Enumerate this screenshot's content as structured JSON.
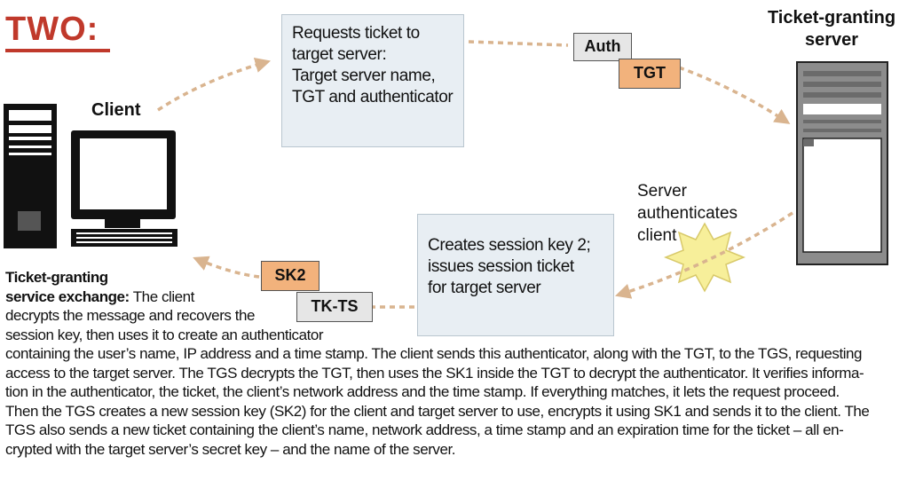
{
  "title": "TWO:",
  "client_label": "Client",
  "server_label_line1": "Ticket-granting",
  "server_label_line2": "server",
  "request_box": {
    "lines": [
      "Requests ticket to",
      "target server:",
      "Target server name,",
      "TGT and authenticator"
    ]
  },
  "response_box": {
    "lines": [
      "Creates session key 2;",
      "issues session ticket",
      "for target server"
    ]
  },
  "tags": {
    "auth": "Auth",
    "tgt": "TGT",
    "sk2": "SK2",
    "tkts": "TK-TS"
  },
  "server_auth_lines": [
    "Server",
    "authenticates",
    "client"
  ],
  "description": {
    "heading_line1": "Ticket-granting",
    "heading_line2": "service exchange:",
    "lines": [
      "The client",
      "decrypts the message and recovers the",
      "session key, then uses it to create an authenticator",
      "containing the user’s name, IP address and a time stamp. The client sends this authenticator, along with the TGT, to the TGS, requesting",
      "access to the target server. The TGS decrypts the TGT, then uses the SK1 inside the TGT to decrypt the authenticator. It verifies informa-",
      "tion in the authenticator, the ticket, the client’s network address and the time stamp. If everything matches, it lets the request proceed.",
      "Then the TGS creates a new session key (SK2) for the client and target server to use, encrypts it using SK1 and sends it to the client. The",
      "TGS also sends a new ticket containing the client’s name, network address, a time stamp and an expiration time for the ticket – all en-",
      "crypted with the target server’s secret key – and the name of the server."
    ]
  },
  "colors": {
    "title": "#c0392b",
    "arrow": "#d9b48f",
    "box_fill": "#e8eef3",
    "tag_orange": "#f2b27c",
    "tag_gray": "#e6e6e6",
    "starburst": "#f7ef9a"
  }
}
